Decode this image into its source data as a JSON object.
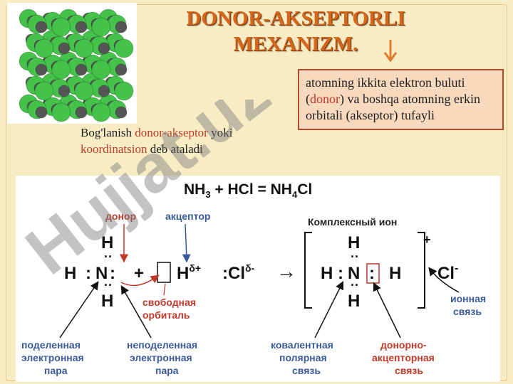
{
  "title_line1": "DONOR-AKSEPTORLI",
  "title_line2": "MEXANIZM",
  "title_dot": ".",
  "note": {
    "p1": "atomning ikkita elektron buluti (",
    "donor": "donor",
    "p2": ") va boshqa atomning erkin orbitali (akseptor) tufayli"
  },
  "caption": {
    "p1": "Bog'lanish ",
    "donor_akseptor": "donor-akseptor",
    "p2": " yoki ",
    "koordinatsion": "koordinatsion",
    "p3": " deb ataladi"
  },
  "diagram": {
    "equation": {
      "nh": "NH",
      "sub3": "3",
      "plus_hcl": " + HCl = NH",
      "sub4": "4",
      "cl": "Cl"
    },
    "label_donor": "донор",
    "label_acceptor": "акцептор",
    "label_complex": "Комплексный ион",
    "charge_plus": "+",
    "left_formula": {
      "H": "H",
      "N": "N",
      "dots_colon": ":",
      "dots_top": "··",
      "plus": "+",
      "H_delta": "H",
      "delta_plus": "δ+",
      "Cl": ":Cl",
      "delta_minus": "δ-"
    },
    "arrow_right": "→",
    "right_formula": {
      "H": "H",
      "N": "N",
      "colon": ":",
      "Cl": "Cl",
      "minus": "-"
    },
    "labels": {
      "free_orbital_1": "свободная",
      "free_orbital_2": "орбиталь",
      "shared_pair_1": "поделенная",
      "shared_pair_2": "электронная",
      "shared_pair_3": "пара",
      "lone_pair_1": "неподеленная",
      "lone_pair_2": "электронная",
      "lone_pair_3": "пара",
      "covalent_1": "ковалентная",
      "covalent_2": "полярная",
      "covalent_3": "связь",
      "donor_acceptor_1": "донорно-",
      "donor_acceptor_2": "акцепторная",
      "donor_acceptor_3": "связь",
      "ionic_1": "ионная",
      "ionic_2": "связь"
    }
  },
  "watermark": "Hujjat.uz",
  "colors": {
    "background": "#f7ecc4",
    "title": "#d6661a",
    "note_fill": "#f7d9bd",
    "note_border": "#b84a2a",
    "highlight_red": "#c0392b",
    "label_blue": "#3b5a9a",
    "crystal_green": "#45c24a",
    "crystal_gray": "#555555"
  }
}
